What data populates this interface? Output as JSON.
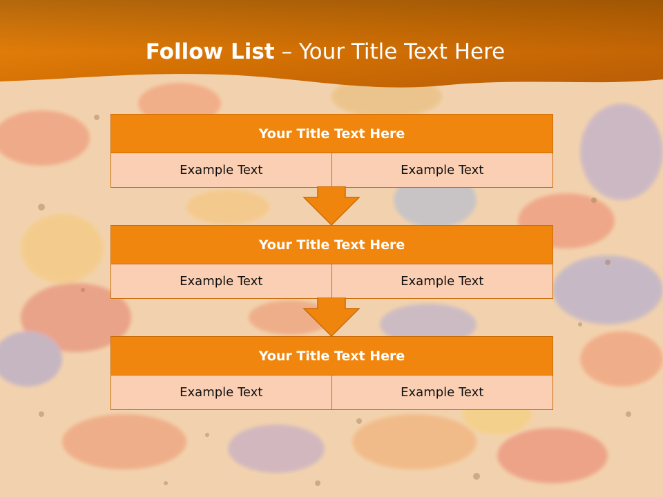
{
  "slide": {
    "title_bold": "Follow List",
    "title_rest": " – Your Title Text Here"
  },
  "flow": {
    "blocks": [
      {
        "title": "Your Title Text Here",
        "cells": [
          "Example Text",
          "Example Text"
        ]
      },
      {
        "title": "Your Title Text Here",
        "cells": [
          "Example Text",
          "Example Text"
        ]
      },
      {
        "title": "Your Title Text Here",
        "cells": [
          "Example Text",
          "Example Text"
        ]
      }
    ]
  },
  "colors": {
    "header_orange": "#d97305",
    "block_header": "#f0860e",
    "block_cell": "#fbcfb3",
    "border": "#c96a06",
    "arrow": "#ef850c"
  }
}
